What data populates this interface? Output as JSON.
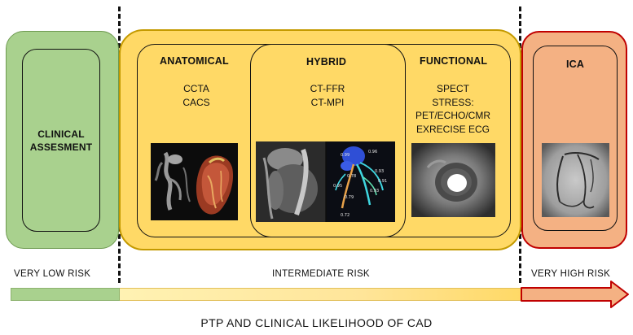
{
  "clinical": {
    "title": "CLINICAL\nASSESMENT"
  },
  "anatomical": {
    "title": "ANATOMICAL",
    "items": [
      "CCTA",
      "CACS"
    ]
  },
  "hybrid": {
    "title": "HYBRID",
    "items": [
      "CT-FFR",
      "CT-MPI"
    ]
  },
  "functional": {
    "title": "FUNCTIONAL",
    "items": [
      "SPECT",
      "STRESS:",
      "PET/ECHO/CMR",
      "EXRECISE ECG"
    ]
  },
  "ica": {
    "title": "ICA"
  },
  "ffr_labels": [
    "0.96",
    "0.99",
    "0.93",
    "0.78",
    "0.79",
    "0.95",
    "0.91",
    "0.72",
    "0.93"
  ],
  "risk": {
    "low": "VERY LOW RISK",
    "intermediate": "INTERMEDIATE RISK",
    "high": "VERY HIGH RISK"
  },
  "axis_title": "PTP AND CLINICAL LIKELIHOOD OF CAD",
  "colors": {
    "green": "#a9d18e",
    "yellow": "#ffd966",
    "salmon": "#f4b183",
    "red_border": "#c00000"
  }
}
